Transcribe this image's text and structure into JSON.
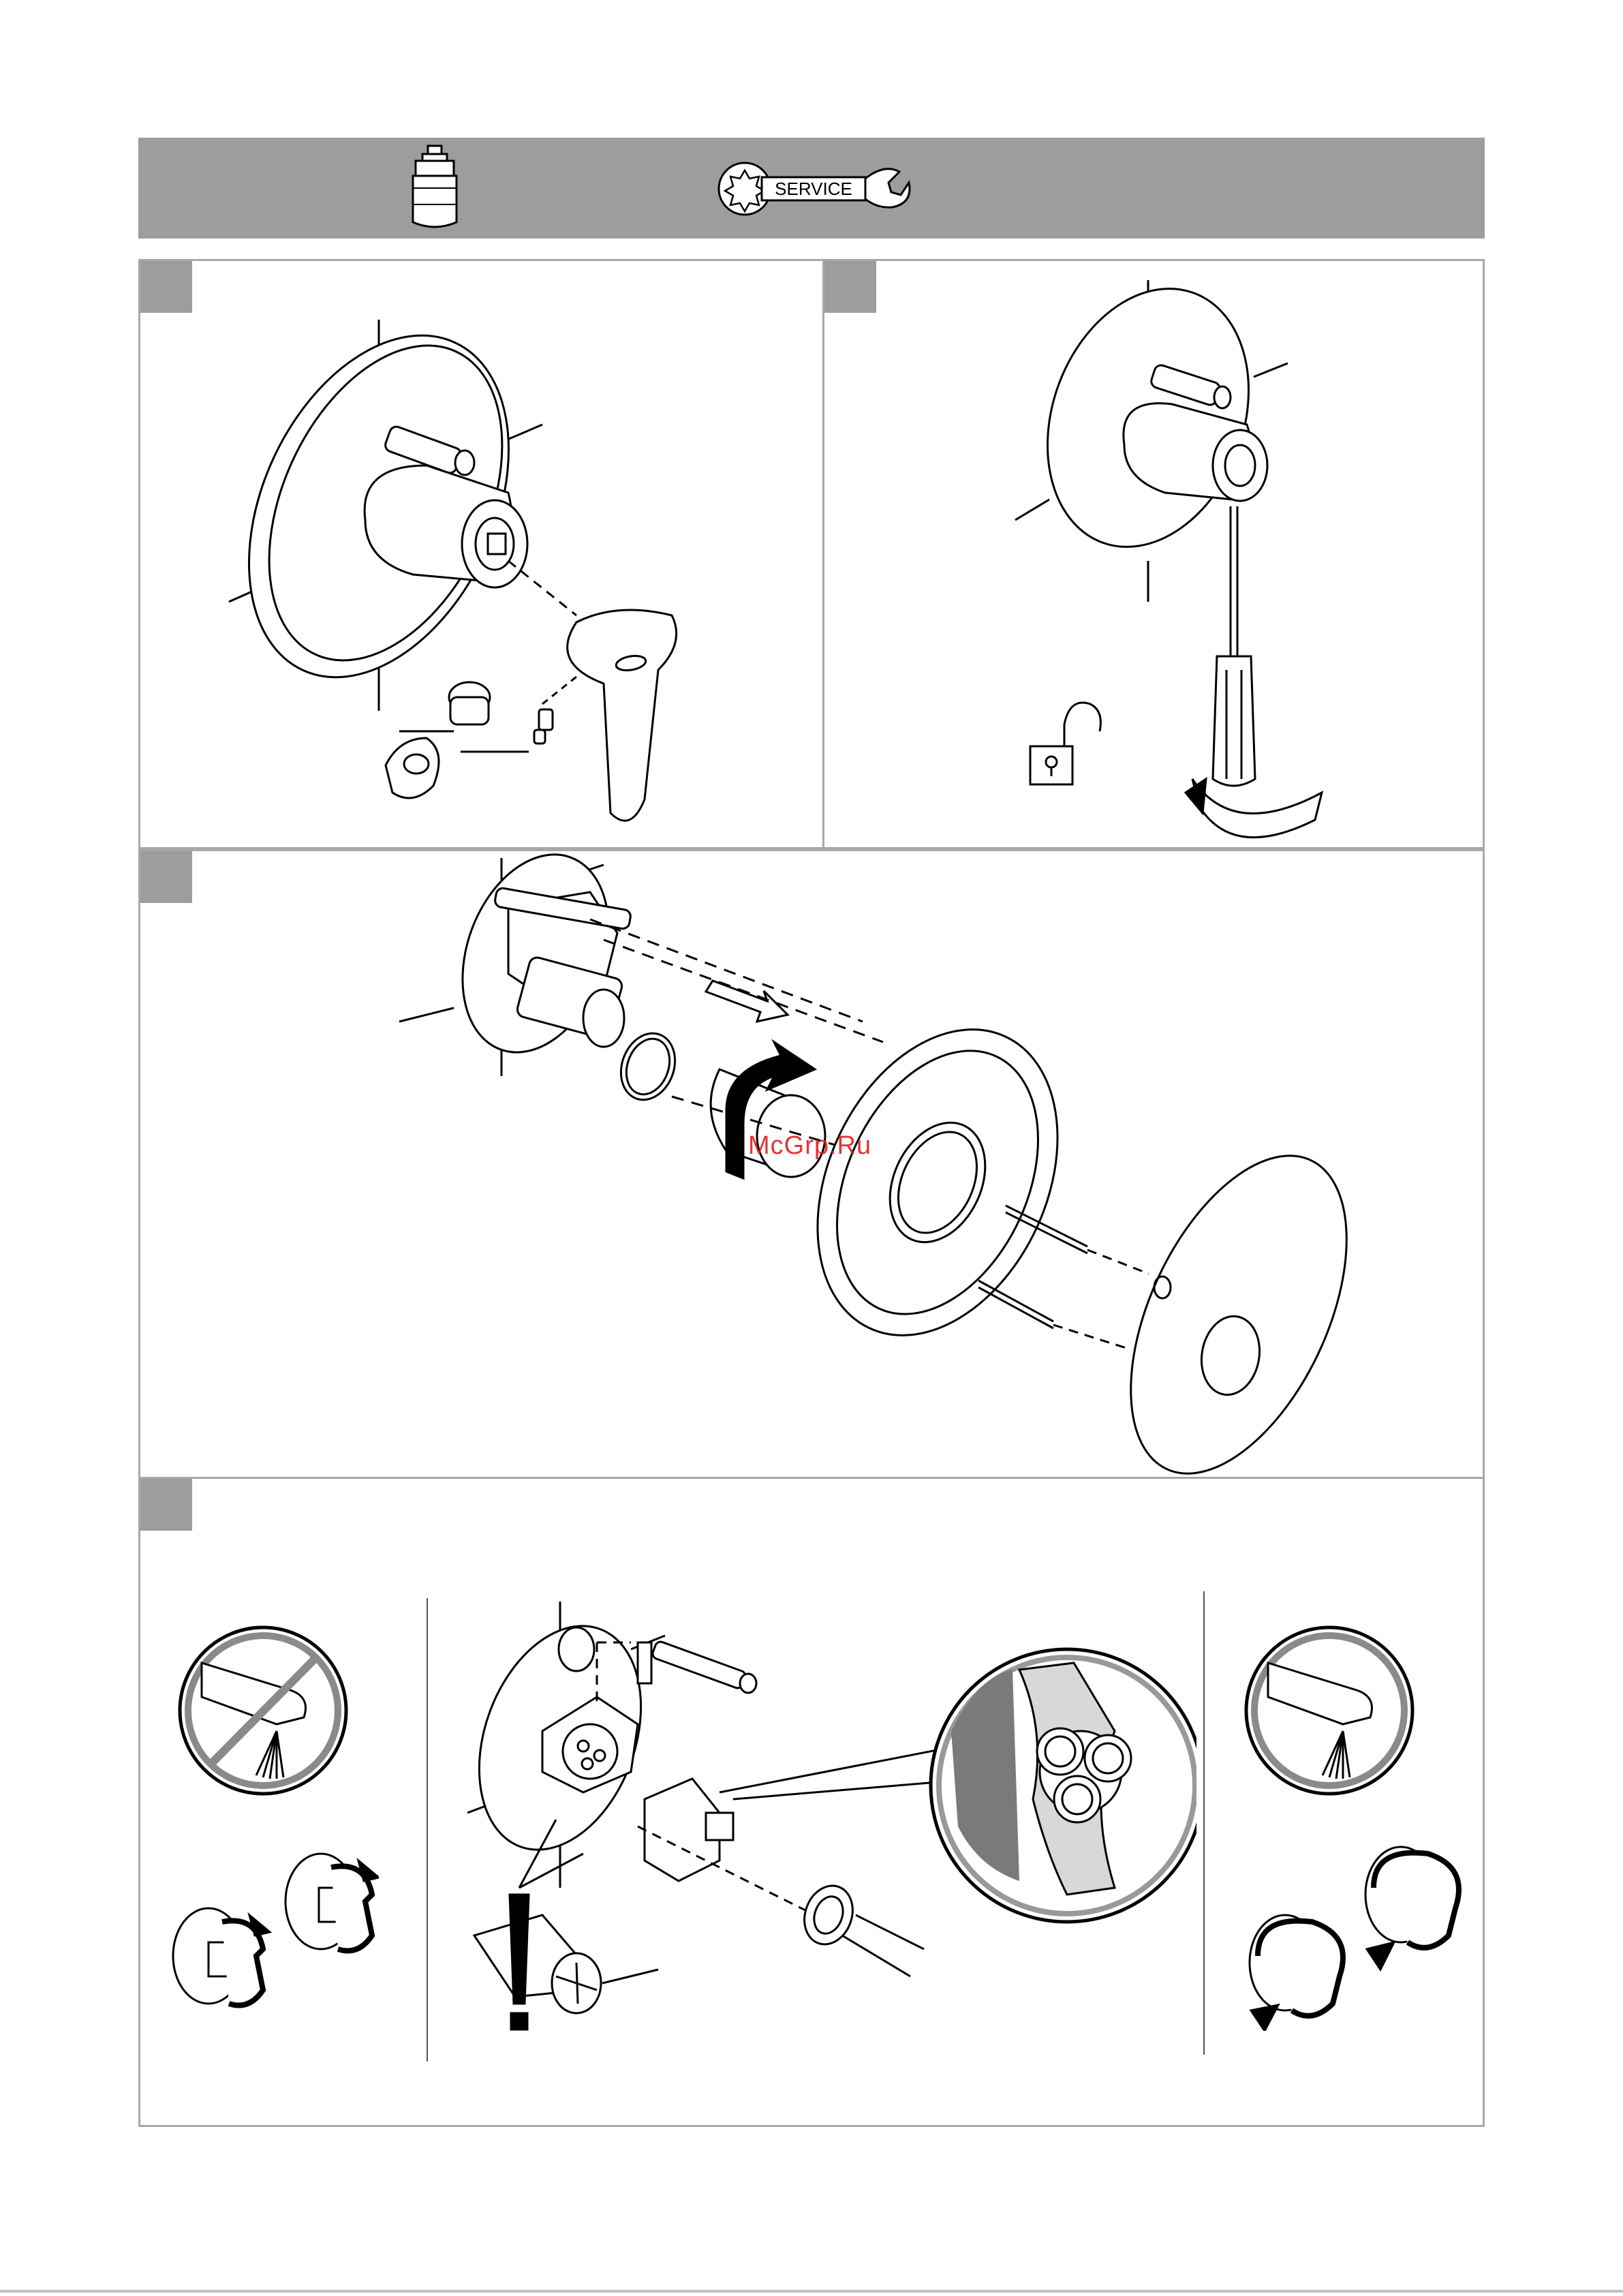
{
  "header": {
    "service_label": "SERVICE"
  },
  "watermark": "McGrp.Ru",
  "steps": [
    {
      "id": "step-1"
    },
    {
      "id": "step-2"
    },
    {
      "id": "step-3"
    },
    {
      "id": "step-4"
    }
  ],
  "icons": {
    "cartridge": "cartridge-icon",
    "service": "service-wrench-icon",
    "unlock": "unlock-padlock-icon",
    "warning": "exclamation-icon",
    "no_water": "no-water-flow-icon",
    "water": "water-flow-icon"
  }
}
